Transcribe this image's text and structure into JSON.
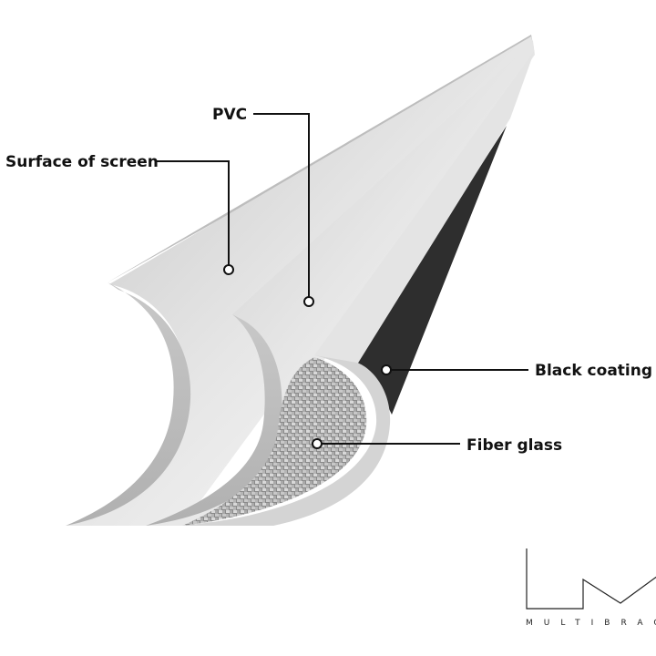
{
  "labels": {
    "surface": "Surface of screen",
    "pvc": "PVC",
    "black_coating": "Black coating",
    "fiber_glass": "Fiber glass"
  },
  "logo": {
    "text": "MULTIBRAC"
  },
  "colors": {
    "sheet": "#d0d0d0",
    "coating": "#2e2e2e",
    "leader": "#111111"
  }
}
